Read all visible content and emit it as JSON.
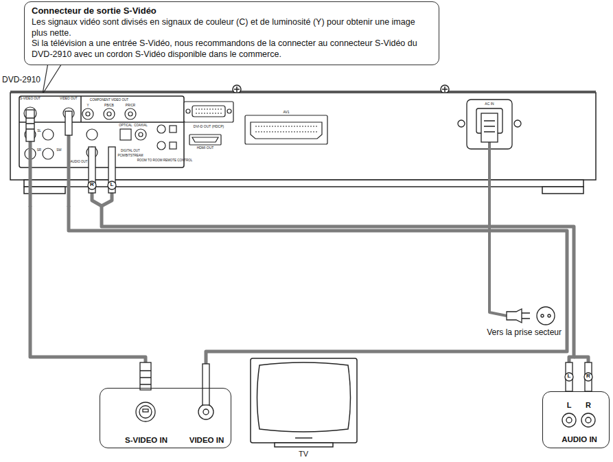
{
  "diagram": {
    "nodes": [
      {
        "text": [
          "Connecteur de sortie S-Vidéo",
          "Les signaux vidéo sont divisés en signaux de couleur (C) et de luminosité (Y) pour obtenir une image plus nette.",
          "Si la télévision a une entrée S-Vidéo, nous recommandons de la connecter au connecteur S-Vidéo du DVD-2910 avec un cordon S-Vidéo disponible dans le commerce."
        ]
      },
      {
        "text": [
          "DVD-2910"
        ]
      },
      {
        "text": [
          "TV"
        ]
      },
      {
        "text": [
          "S-VIDEO IN",
          "VIDEO IN"
        ]
      },
      {
        "text": [
          "AUDIO IN"
        ]
      }
    ],
    "edges": [
      {
        "from": 1,
        "to": 3,
        "arrow": "none"
      },
      {
        "from": 1,
        "to": 3,
        "arrow": "none"
      },
      {
        "from": 1,
        "to": 4,
        "arrow": "none"
      }
    ],
    "labels": [
      "S-VIDEO OUT",
      "VIDEO OUT",
      "COMPONENT VIDEO OUT",
      "Y",
      "PB/CB",
      "PR/CR",
      "DVI-D OUT (HDCP)",
      "HDMI OUT",
      "AV1",
      "AC IN",
      "SL",
      "SR",
      "SW",
      "AUDIO OUT",
      "OPTICAL",
      "COAXIAL",
      "DIGITAL OUT",
      "PCM/BITSTREAM",
      "ROOM TO ROOM REMOTE CONTROL",
      "R",
      "L",
      "L",
      "R",
      "L",
      "R",
      "Vers la prise secteur"
    ]
  }
}
